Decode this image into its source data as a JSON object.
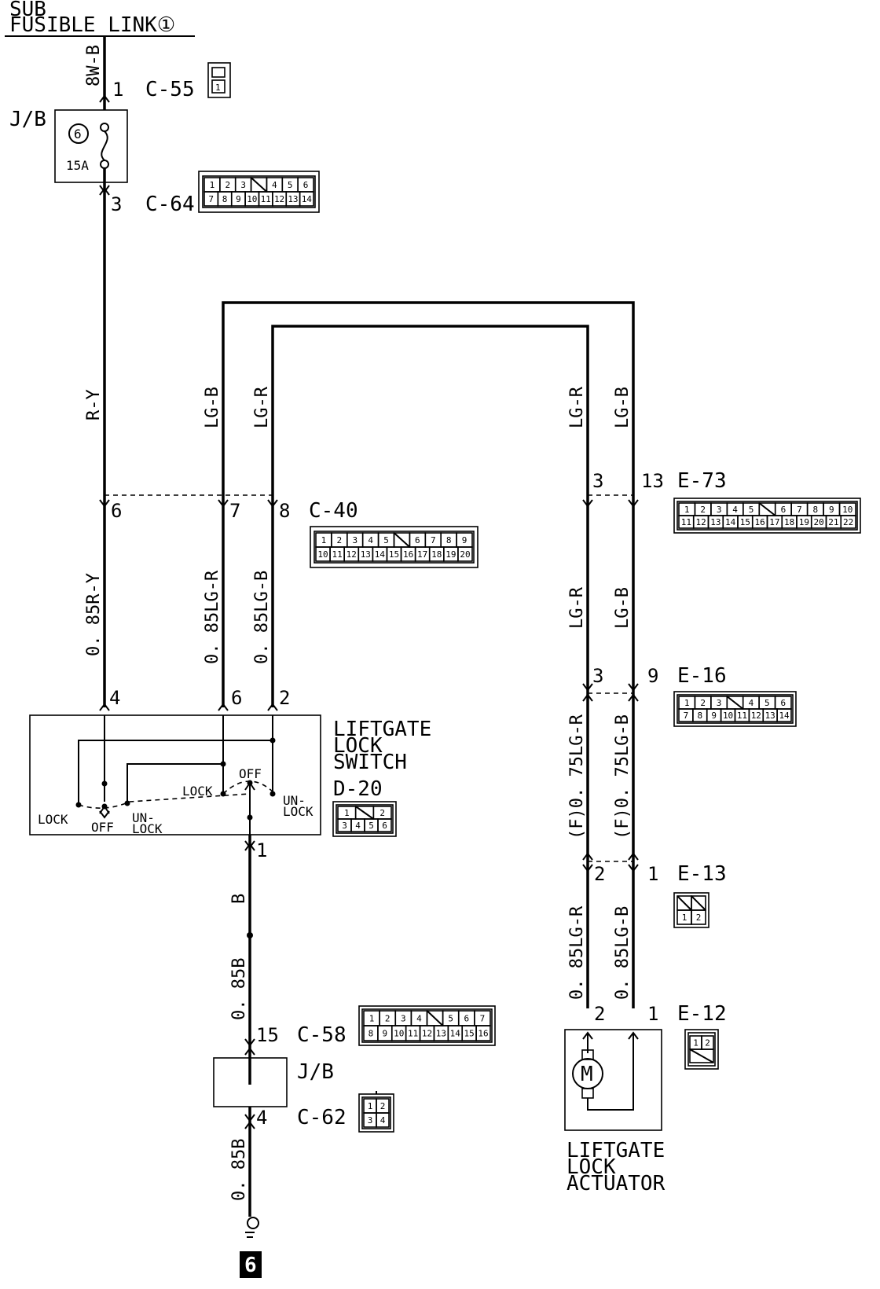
{
  "source": {
    "line1": "SUB",
    "line2": "FUSIBLE LINK①"
  },
  "jb_top": {
    "label": "J/B",
    "fuse_no": "6",
    "fuse_rating": "15A"
  },
  "jb_bottom": {
    "label": "J/B"
  },
  "wires": {
    "w_8wb": "8W-B",
    "w_ry": "R-Y",
    "w_lgb_left": "LG-B",
    "w_lgr_left": "LG-R",
    "w_lgr_right": "LG-R",
    "w_lgb_right": "LG-B",
    "w_085ry": "0. 85R-Y",
    "w_085lgr": "0. 85LG-R",
    "w_085lgb": "0. 85LG-B",
    "w_lgr_mid": "LG-R",
    "w_lgb_mid": "LG-B",
    "w_f075lgr": "(F)0. 75LG-R",
    "w_f075lgb": "(F)0. 75LG-B",
    "w_b": "B",
    "w_085b_upper": "0. 85B",
    "w_085lgr_low": "0. 85LG-R",
    "w_085lgb_low": "0. 85LG-B",
    "w_085b_lower": "0. 85B"
  },
  "connectors": {
    "c55": {
      "name": "C-55",
      "pin": "1"
    },
    "c64": {
      "name": "C-64",
      "pin": "3",
      "row1": [
        "1",
        "2",
        "3",
        "",
        "4",
        "5",
        "6"
      ],
      "row2": [
        "7",
        "8",
        "9",
        "10",
        "11",
        "12",
        "13",
        "14"
      ]
    },
    "c40": {
      "name": "C-40",
      "pins": [
        "6",
        "7",
        "8"
      ],
      "row1": [
        "1",
        "2",
        "3",
        "4",
        "5",
        "",
        "6",
        "7",
        "8",
        "9"
      ],
      "row2": [
        "10",
        "11",
        "12",
        "13",
        "14",
        "15",
        "16",
        "17",
        "18",
        "19",
        "20"
      ]
    },
    "e73": {
      "name": "E-73",
      "pins": [
        "3",
        "13"
      ],
      "row1": [
        "1",
        "2",
        "3",
        "4",
        "5",
        "",
        "6",
        "7",
        "8",
        "9",
        "10"
      ],
      "row2": [
        "11",
        "12",
        "13",
        "14",
        "15",
        "16",
        "17",
        "18",
        "19",
        "20",
        "21",
        "22"
      ]
    },
    "e16": {
      "name": "E-16",
      "pins": [
        "3",
        "9"
      ],
      "row1": [
        "1",
        "2",
        "3",
        "",
        "4",
        "5",
        "6"
      ],
      "row2": [
        "7",
        "8",
        "9",
        "10",
        "11",
        "12",
        "13",
        "14"
      ]
    },
    "d20": {
      "name": "D-20",
      "row1": [
        "1",
        "",
        "2"
      ],
      "row2": [
        "3",
        "4",
        "5",
        "6"
      ]
    },
    "e13": {
      "name": "E-13",
      "pins": [
        "2",
        "1"
      ],
      "row2": [
        "1",
        "2"
      ]
    },
    "e12": {
      "name": "E-12",
      "pins": [
        "2",
        "1"
      ],
      "row1": [
        "1",
        "2"
      ]
    },
    "c58": {
      "name": "C-58",
      "pin": "15",
      "row1": [
        "1",
        "2",
        "3",
        "4",
        "",
        "5",
        "6",
        "7"
      ],
      "row2": [
        "8",
        "9",
        "10",
        "11",
        "12",
        "13",
        "14",
        "15",
        "16"
      ]
    },
    "c62": {
      "name": "C-62",
      "pin": "4",
      "row1": [
        "1",
        "2"
      ],
      "row2": [
        "3",
        "4"
      ]
    }
  },
  "switch": {
    "title": [
      "LIFTGATE",
      "LOCK",
      "SWITCH"
    ],
    "pins": [
      "4",
      "6",
      "2",
      "1"
    ],
    "lock_left": "LOCK",
    "off_left": "OFF",
    "unlock_left": [
      "UN-",
      "LOCK"
    ],
    "lock_right": "LOCK",
    "off_right": "OFF",
    "unlock_right": [
      "UN-",
      "LOCK"
    ]
  },
  "actuator": {
    "title": [
      "LIFTGATE",
      "LOCK",
      "ACTUATOR"
    ],
    "motor": "M"
  },
  "ground": {
    "number": "6"
  }
}
